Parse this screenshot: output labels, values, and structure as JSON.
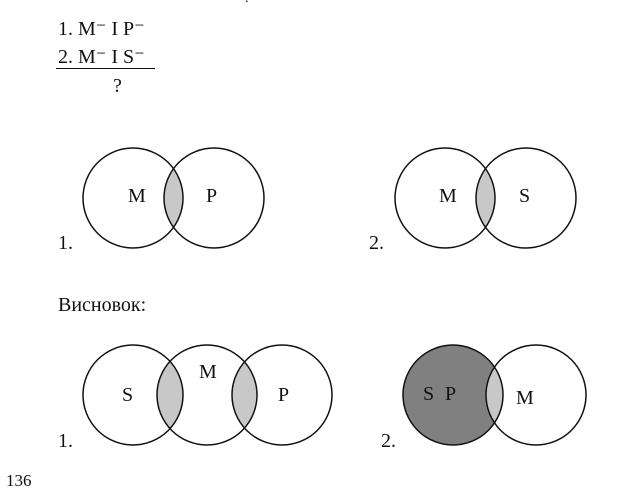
{
  "header": {
    "top_question": "?",
    "premise_1": "1. M⁻ I  P⁻",
    "premise_2": "2. M⁻ I  S⁻",
    "question": "?"
  },
  "premises_diagrams": [
    {
      "number": "1.",
      "left_label": "M",
      "right_label": "P"
    },
    {
      "number": "2.",
      "left_label": "M",
      "right_label": "S"
    }
  ],
  "conclusion": {
    "label": "Висновок:",
    "diagrams": [
      {
        "number": "1.",
        "left_label": "S",
        "middle_label": "M",
        "right_label": "P"
      },
      {
        "number": "2.",
        "left_label": "S",
        "left_label_2": "P",
        "right_label": "M"
      }
    ]
  },
  "colors": {
    "stroke": "#111111",
    "light_shade": "#c8c8c8",
    "dark_shade": "#808080",
    "background": "#ffffff"
  },
  "footer": {
    "page_number": "136"
  }
}
